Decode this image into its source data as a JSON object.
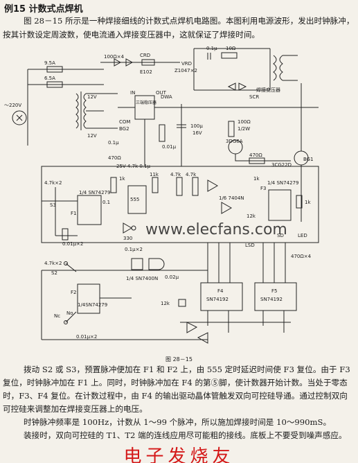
{
  "heading": "例15  计数式点焊机",
  "intro": "图 28－15 所示是一种焊接细线的计数式点焊机电路图。本图利用电源波形，发出时钟脉冲，按其计数设定周波数，使电流通入焊接变压器中，这就保证了焊接时间。",
  "schematic": {
    "labels": {
      "fuse1": "9.5A",
      "fuse2": "6.5A",
      "r_top": "100Ω×4",
      "crd": "CRD",
      "crd_part": "E102",
      "cap_01u": "0.1μ",
      "r_10": "10Ω",
      "vrd": "VRD",
      "vrd_part": "Z1047×2",
      "scr": "SCR",
      "xfmr": "焊接变压器",
      "mains": "～220V",
      "v12a": "12V",
      "v12b": "12V",
      "reg": "三端稳压器",
      "pin_in": "IN",
      "pin_out": "OUT",
      "pin_com": "COM",
      "dwa": "DWA",
      "bg2": "BG2",
      "c100u": "100μ",
      "c16v": "16V",
      "c001": "0.01μ",
      "c01a": "0.1μ",
      "r470a": "470Ω",
      "supply": "25V 4.7k 0.1μ",
      "r100": "100Ω",
      "r12w": "1/2W",
      "q3dg": "3DG6A",
      "r470b": "470Ω",
      "q3cg": "3CG22D",
      "bg1": "BG1",
      "r47k2a": "4.7k×2",
      "s3": "S3",
      "ic1": "1/4 SN74279",
      "f1": "F1",
      "c01x2a": "0.01μ×2",
      "c01b": "0.1",
      "r1k": "1k",
      "ic555": "555",
      "r11k": "11k",
      "r47ka": "4.7k",
      "r47kb": "4.7k",
      "r330": "330",
      "cnt": "1/6 7404N",
      "r12k": "12k",
      "r1k2": "1k",
      "r1k3": "1k",
      "ic4": "1/4 SN74279",
      "f3": "F3",
      "led": "LED",
      "lsd": "LSD",
      "sd": "SD",
      "r47k2b": "4.7k×2",
      "c01b2": "0.1μ×2",
      "ic5": "1/4 SN7400N",
      "c022": "0.02μ",
      "r470x4": "470Ω×4",
      "s2": "S2",
      "ic2": "1/4SN74279",
      "f2": "F2",
      "nc": "Nc",
      "no": "No",
      "c01x2b": "0.01μ×2",
      "r12kb": "12k",
      "f4": "F4",
      "f4ic": "SN74192",
      "f5": "F5",
      "f5ic": "SN74192",
      "watermark": "www.elecfans.com"
    }
  },
  "caption": "图 28－15",
  "body": [
    "拨动 S2 或 S3，预置脉冲便加在 F1 和 F2 上，由 555 定时延迟时间使 F3 复位。由于 F3 复位，时钟脉冲加在 F1 上。同时，时钟脉冲加在 F4 的第⑤脚，使计数器开始计数。当处于零态时，F3、F4 复位。在计数过程中，由 F4 的输出驱动晶体管触发双向可控硅导通。通过控制双向可控硅来调整加在焊接变压器上的电压。",
    "时钟脉冲频率是 100Hz，计数从 1～99 个脉冲，所以施加焊接时间是 10～990mS。",
    "装接时，双向可控硅的 T1、T2 端的连线应用尽可能粗的接线。底板上不要受到噪声感应。"
  ],
  "footer_brand": "电子发烧友"
}
